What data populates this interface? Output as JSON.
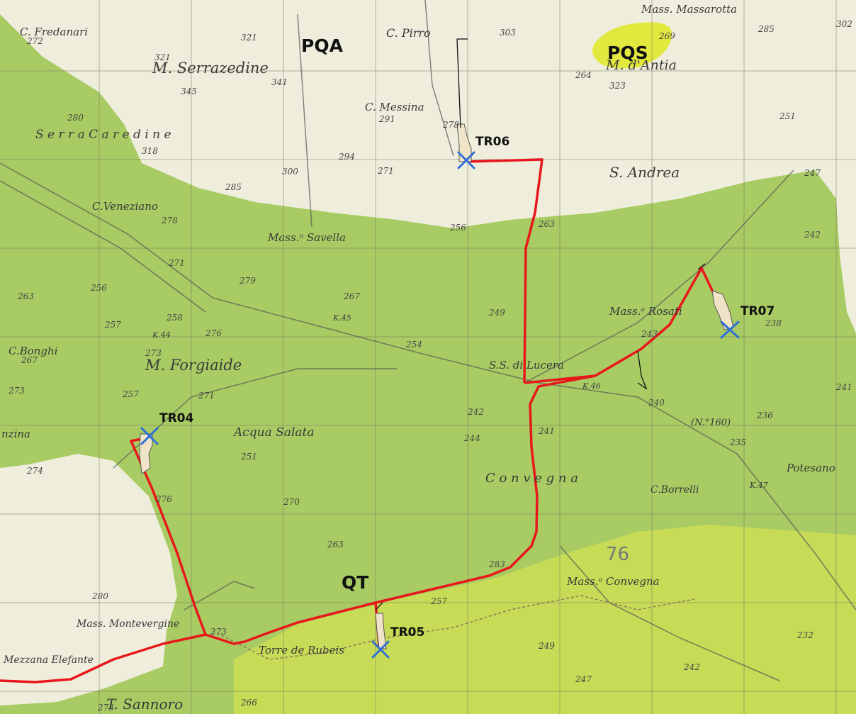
{
  "zones": [
    {
      "id": "PQA",
      "label": "PQA"
    },
    {
      "id": "PQS",
      "label": "PQS"
    },
    {
      "id": "QT",
      "label": "QT"
    }
  ],
  "turbines": [
    {
      "id": "TR04",
      "label": "TR04"
    },
    {
      "id": "TR05",
      "label": "TR05"
    },
    {
      "id": "TR06",
      "label": "TR06"
    },
    {
      "id": "TR07",
      "label": "TR07"
    }
  ],
  "places": {
    "c_fredanari": "C. Fredanari",
    "m_serrazedine": "M. Serrazedine",
    "c_pirro": "C. Pirro",
    "mass_massarotta": "Mass. Massarotta",
    "m_d_anta": "M. d'Antia",
    "c_messina": "C. Messina",
    "c_veneziano": "C.Veneziano",
    "mass_savella": "Mass.ᵃ Savella",
    "mass_rosati": "Mass.ᵃ Rosati",
    "c_bonghi": "C.Bonghi",
    "m_forgiaide": "M. Forgiaide",
    "acqua_salata": "Acqua Salata",
    "c_borrelli": "C.Borrelli",
    "potesano": "Potesano",
    "mass_convegna": "Mass.ᵃ Convegna",
    "mass_montevergine": "Mass. Montevergine",
    "mezzana_elefante": "Mezzana Elefante",
    "torre_de_rubeis": "Torre de Rubeis",
    "t_sannoro": "T. Sannoro",
    "s_andrea": "S. Andrea",
    "serra_caredin": "S e r r a   C a r e d i n e",
    "convegna_letters": "C o n v e g n a",
    "ss_lucera": "S.S. di Lucera",
    "k45": "K.45",
    "k46": "K.46",
    "k47": "K.47",
    "k44": "K.44",
    "n160": "(N.°160)",
    "zinzina": "nzina",
    "big76": "76"
  },
  "elevations": [
    "321",
    "303",
    "269",
    "285",
    "302",
    "272",
    "321",
    "345",
    "341",
    "323",
    "264",
    "291",
    "278",
    "280",
    "318",
    "294",
    "300",
    "271",
    "285",
    "251",
    "247",
    "263",
    "256",
    "242",
    "278",
    "271",
    "279",
    "263",
    "256",
    "267",
    "249",
    "243",
    "257",
    "276",
    "258",
    "254",
    "238",
    "273",
    "267",
    "271",
    "242",
    "240",
    "241",
    "273",
    "257",
    "244",
    "241",
    "236",
    "235",
    "274",
    "251",
    "276",
    "270",
    "263",
    "283",
    "257",
    "232",
    "280",
    "273",
    "249",
    "242",
    "247",
    "266",
    "273"
  ],
  "colors": {
    "plain": "#efeedd",
    "qt": "#a8cc63",
    "pqs": "#e3e83e",
    "lower": "#c7db57",
    "route": "#e8171b",
    "marker": "#2f6fd6",
    "pad": "#f0e4c8"
  }
}
